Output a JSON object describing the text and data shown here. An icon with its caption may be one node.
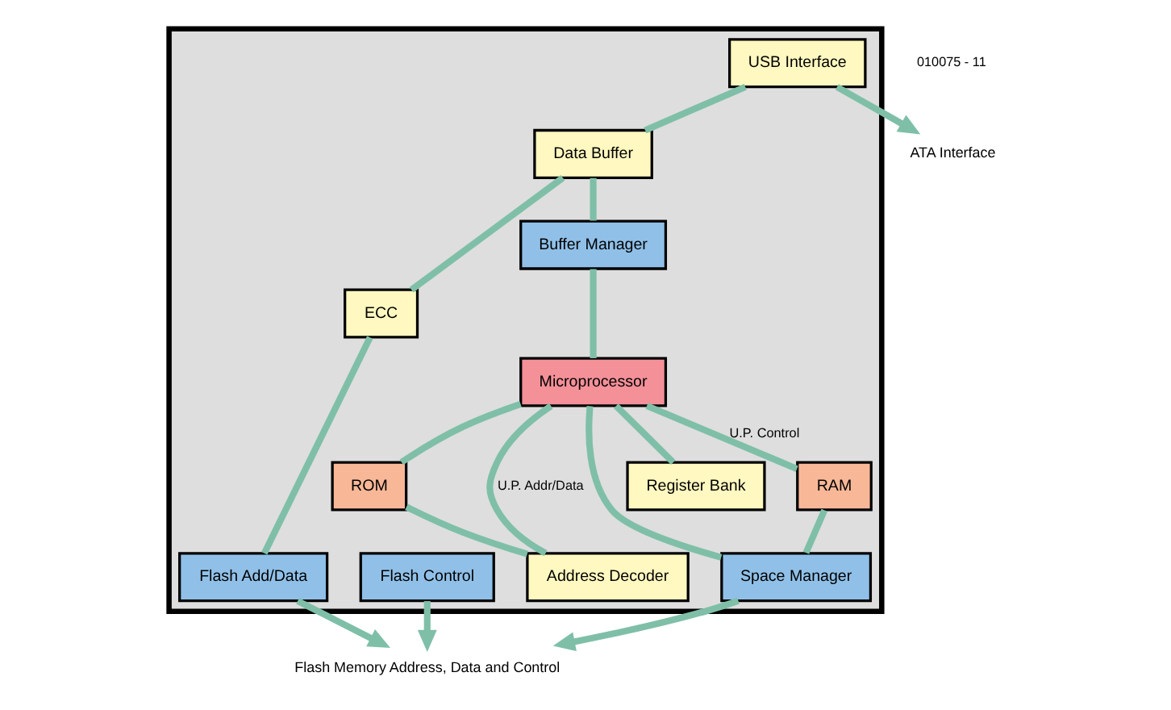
{
  "diagram": {
    "nodes": [
      {
        "text": [],
        "shape": "box"
      },
      {
        "text": [
          "Register Bank"
        ],
        "in": 0
      },
      {
        "text": [
          "RAM"
        ],
        "in": 0
      },
      {
        "text": [
          "ROM"
        ],
        "in": 0
      },
      {
        "text": [
          "USB Interface"
        ],
        "in": 0
      },
      {
        "text": [
          "Data Buffer"
        ],
        "in": 0
      },
      {
        "text": [
          "Buffer Manager"
        ],
        "in": 0
      },
      {
        "text": [
          "Microprocessor"
        ],
        "in": 0
      },
      {
        "text": [
          "Address Decoder"
        ],
        "in": 0
      },
      {
        "text": [
          "ECC"
        ],
        "in": 0
      },
      {
        "text": [
          "Flash Add/Data"
        ],
        "in": 0
      },
      {
        "text": [
          "Flash Control"
        ],
        "in": 0
      },
      {
        "text": [
          "Space Manager"
        ],
        "in": 0
      },
      {
        "text": [
          "ATA Interface"
        ]
      },
      {
        "text": [
          "Flash Memory Address, Data and Control"
        ]
      }
    ],
    "edges": [
      {
        "from": 4,
        "to": 13,
        "arrow": "to"
      },
      {
        "from": 4,
        "to": 5,
        "arrow": "none"
      },
      {
        "from": 5,
        "to": 6,
        "arrow": "none"
      },
      {
        "from": 6,
        "to": 7,
        "arrow": "none"
      },
      {
        "from": 5,
        "to": 9,
        "arrow": "none"
      },
      {
        "from": 9,
        "to": 10,
        "arrow": "none"
      },
      {
        "from": 7,
        "to": 1,
        "arrow": "none"
      },
      {
        "from": 7,
        "to": 2,
        "arrow": "none",
        "label": "U.P. Control"
      },
      {
        "from": 7,
        "to": 3,
        "arrow": "none"
      },
      {
        "from": 7,
        "to": 8,
        "arrow": "none",
        "label": "U.P. Addr/Data"
      },
      {
        "from": 7,
        "to": 12,
        "arrow": "none"
      },
      {
        "from": 2,
        "to": 12,
        "arrow": "none"
      },
      {
        "from": 3,
        "to": 8,
        "arrow": "none"
      },
      {
        "from": 10,
        "to": 14,
        "arrow": "to"
      },
      {
        "from": 11,
        "to": 14,
        "arrow": "to"
      },
      {
        "from": 12,
        "to": 14,
        "arrow": "to"
      }
    ],
    "labels": [
      "010075 - 11"
    ]
  }
}
